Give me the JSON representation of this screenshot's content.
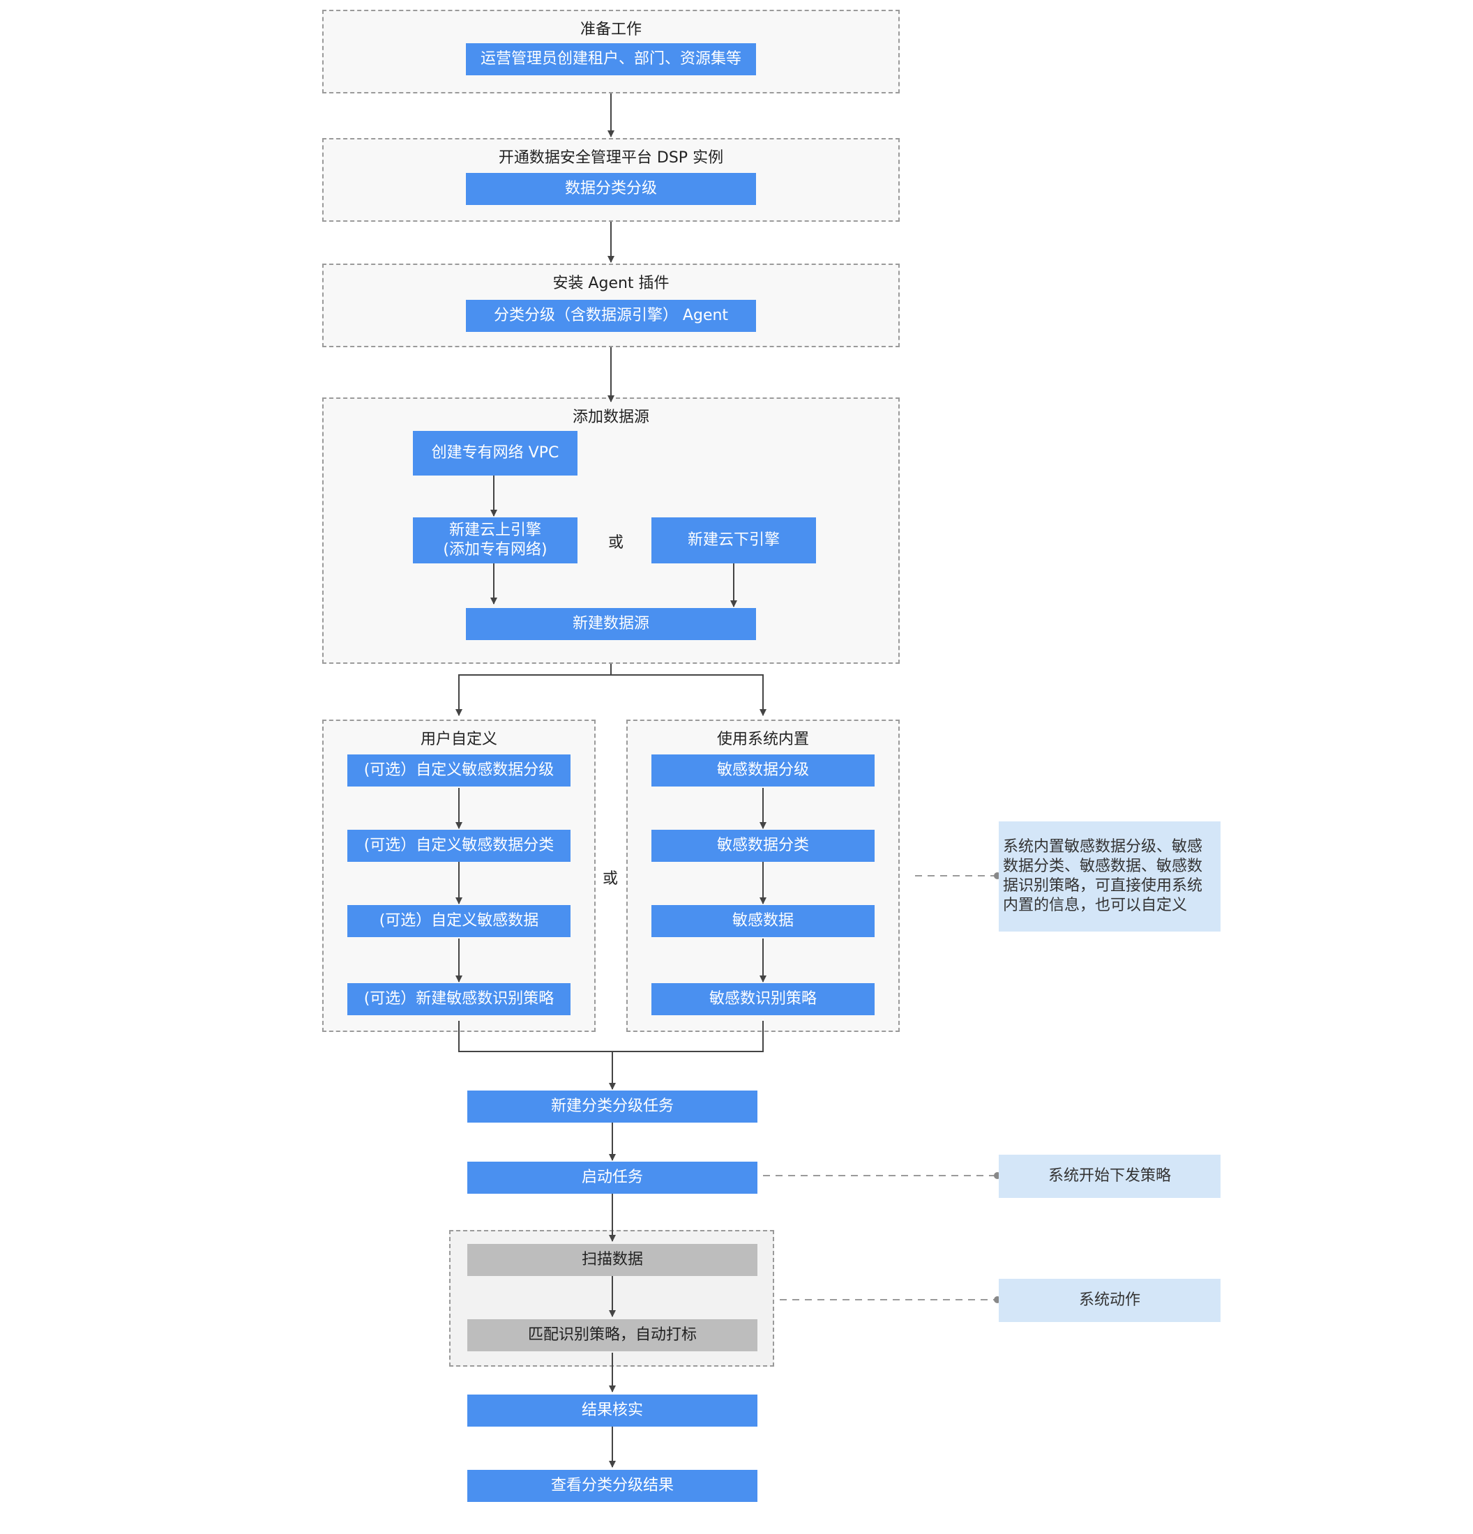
{
  "groups": {
    "prep": {
      "title": "准备工作",
      "box": "运营管理员创建租户、部门、资源集等"
    },
    "enable": {
      "title": "开通数据安全管理平台 DSP 实例",
      "box": "数据分类分级"
    },
    "agent": {
      "title": "安装 Agent 插件",
      "box": "分类分级（含数据源引擎） Agent"
    },
    "datasource": {
      "title": "添加数据源",
      "vpc": "创建专有网络 VPC",
      "cloud_engine": "新建云上引擎\n(添加专有网络)",
      "or": "或",
      "offline_engine": "新建云下引擎",
      "new_source": "新建数据源"
    },
    "custom": {
      "title": "用户自定义",
      "items": [
        "(可选）自定义敏感数据分级",
        "(可选）自定义敏感数据分类",
        "(可选）自定义敏感数据",
        "(可选）新建敏感数识别策略"
      ]
    },
    "middle_or": "或",
    "builtin": {
      "title": "使用系统内置",
      "items": [
        "敏感数据分级",
        "敏感数据分类",
        "敏感数据",
        "敏感数识别策略"
      ]
    },
    "system_action": {
      "scan": "扫描数据",
      "match": "匹配识别策略，自动打标"
    }
  },
  "steps": {
    "new_task": "新建分类分级任务",
    "start_task": "启动任务",
    "verify": "结果核实",
    "view": "查看分类分级结果"
  },
  "notes": {
    "builtin_note": "系统内置敏感数据分级、敏感数据分类、敏感数据、敏感数据识别策略，可直接使用系统内置的信息，也可以自定义",
    "policy_note": "系统开始下发策略",
    "action_note": "系统动作"
  },
  "colors": {
    "blue": "#4a90f0",
    "gray": "#bdbdbd",
    "note": "#d4e6f8",
    "line": "#444444",
    "dash": "#9a9a9a"
  }
}
